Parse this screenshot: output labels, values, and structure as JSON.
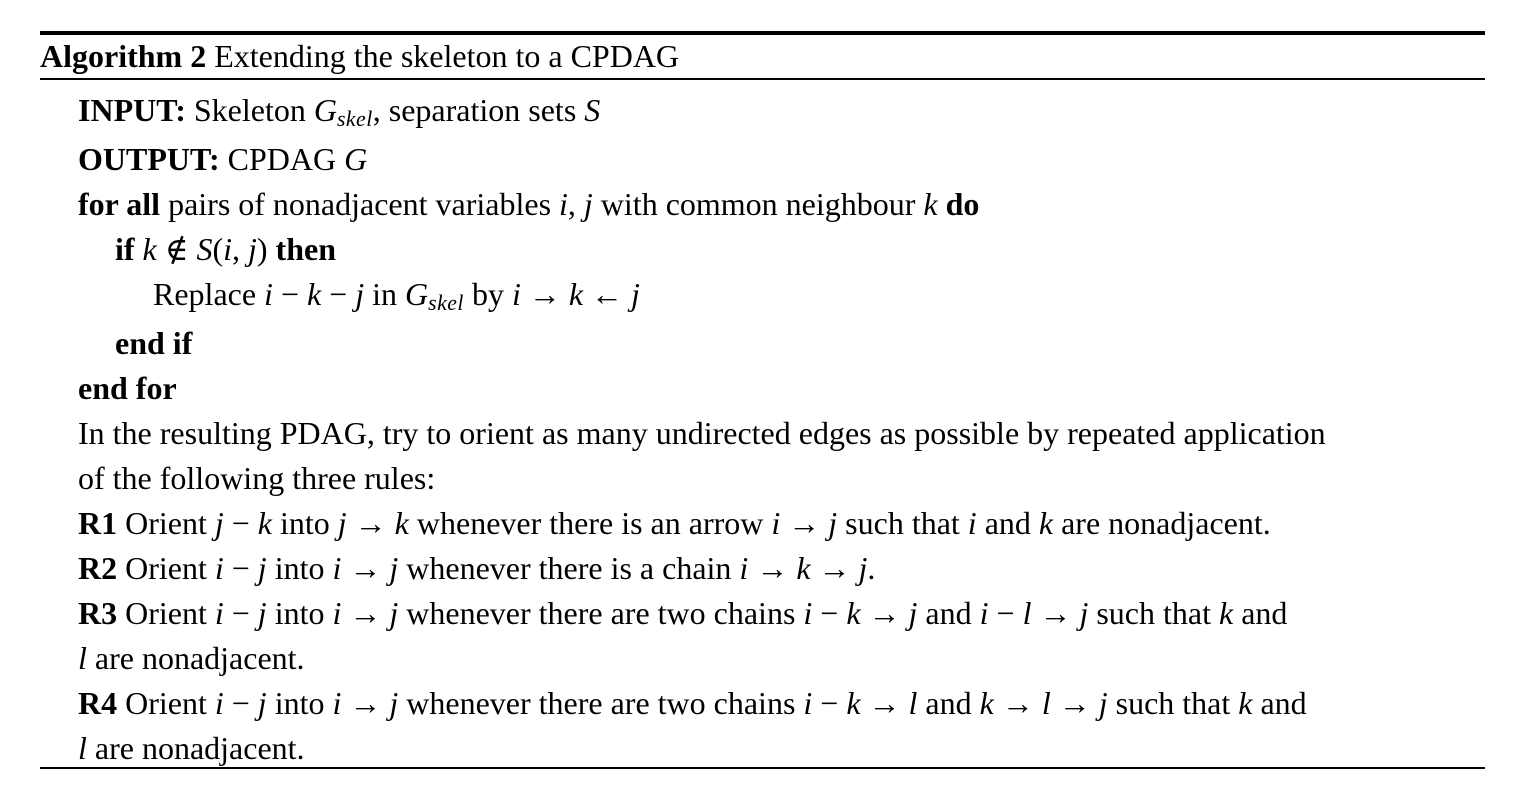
{
  "colors": {
    "text": "#000000",
    "background": "#ffffff",
    "rule": "#000000"
  },
  "algorithm": {
    "title_label": "Algorithm 2",
    "title_text": " Extending the skeleton to a CPDAG",
    "lines": [
      {
        "indent": 1,
        "segments": [
          {
            "t": "INPUT: ",
            "s": "b"
          },
          {
            "t": "Skeleton ",
            "s": "n"
          },
          {
            "t": "G",
            "s": "i"
          },
          {
            "t": "skel",
            "s": "sub"
          },
          {
            "t": ", separation sets ",
            "s": "n"
          },
          {
            "t": "S",
            "s": "i"
          }
        ]
      },
      {
        "indent": 1,
        "segments": [
          {
            "t": "OUTPUT: ",
            "s": "b"
          },
          {
            "t": "CPDAG ",
            "s": "n"
          },
          {
            "t": "G",
            "s": "i"
          }
        ]
      },
      {
        "indent": 1,
        "segments": [
          {
            "t": "for all ",
            "s": "b"
          },
          {
            "t": "pairs of nonadjacent variables ",
            "s": "n"
          },
          {
            "t": "i",
            "s": "i"
          },
          {
            "t": ", ",
            "s": "n"
          },
          {
            "t": "j",
            "s": "i"
          },
          {
            "t": " with common neighbour ",
            "s": "n"
          },
          {
            "t": "k",
            "s": "i"
          },
          {
            "t": " do",
            "s": "b"
          }
        ]
      },
      {
        "indent": 2,
        "segments": [
          {
            "t": "if ",
            "s": "b"
          },
          {
            "t": "k",
            "s": "i"
          },
          {
            "t": " ∉ ",
            "s": "n"
          },
          {
            "t": "S",
            "s": "i"
          },
          {
            "t": "(",
            "s": "n"
          },
          {
            "t": "i",
            "s": "i"
          },
          {
            "t": ", ",
            "s": "n"
          },
          {
            "t": "j",
            "s": "i"
          },
          {
            "t": ") ",
            "s": "n"
          },
          {
            "t": "then",
            "s": "b"
          }
        ]
      },
      {
        "indent": 3,
        "segments": [
          {
            "t": "Replace ",
            "s": "n"
          },
          {
            "t": "i",
            "s": "i"
          },
          {
            "t": " − ",
            "s": "n"
          },
          {
            "t": "k",
            "s": "i"
          },
          {
            "t": " − ",
            "s": "n"
          },
          {
            "t": "j",
            "s": "i"
          },
          {
            "t": " in ",
            "s": "n"
          },
          {
            "t": "G",
            "s": "i"
          },
          {
            "t": "skel",
            "s": "sub"
          },
          {
            "t": " by ",
            "s": "n"
          },
          {
            "t": "i",
            "s": "i"
          },
          {
            "t": " → ",
            "s": "n"
          },
          {
            "t": "k",
            "s": "i"
          },
          {
            "t": " ← ",
            "s": "n"
          },
          {
            "t": "j",
            "s": "i"
          }
        ]
      },
      {
        "indent": 2,
        "segments": [
          {
            "t": "end if",
            "s": "b"
          }
        ]
      },
      {
        "indent": 1,
        "segments": [
          {
            "t": "end for",
            "s": "b"
          }
        ]
      },
      {
        "indent": 1,
        "segments": [
          {
            "t": "In the resulting PDAG, try to orient as many undirected edges as possible by repeated application",
            "s": "n"
          }
        ]
      },
      {
        "indent": 1,
        "segments": [
          {
            "t": "of the following three rules:",
            "s": "n"
          }
        ]
      },
      {
        "indent": 1,
        "segments": [
          {
            "t": "R1",
            "s": "b"
          },
          {
            "t": " Orient ",
            "s": "n"
          },
          {
            "t": "j",
            "s": "i"
          },
          {
            "t": " − ",
            "s": "n"
          },
          {
            "t": "k",
            "s": "i"
          },
          {
            "t": " into ",
            "s": "n"
          },
          {
            "t": "j",
            "s": "i"
          },
          {
            "t": " → ",
            "s": "n"
          },
          {
            "t": "k",
            "s": "i"
          },
          {
            "t": " whenever there is an arrow ",
            "s": "n"
          },
          {
            "t": "i",
            "s": "i"
          },
          {
            "t": " → ",
            "s": "n"
          },
          {
            "t": "j",
            "s": "i"
          },
          {
            "t": " such that ",
            "s": "n"
          },
          {
            "t": "i",
            "s": "i"
          },
          {
            "t": " and ",
            "s": "n"
          },
          {
            "t": "k",
            "s": "i"
          },
          {
            "t": " are nonadjacent.",
            "s": "n"
          }
        ]
      },
      {
        "indent": 1,
        "segments": [
          {
            "t": "R2",
            "s": "b"
          },
          {
            "t": " Orient ",
            "s": "n"
          },
          {
            "t": "i",
            "s": "i"
          },
          {
            "t": " − ",
            "s": "n"
          },
          {
            "t": "j",
            "s": "i"
          },
          {
            "t": " into ",
            "s": "n"
          },
          {
            "t": "i",
            "s": "i"
          },
          {
            "t": " → ",
            "s": "n"
          },
          {
            "t": "j",
            "s": "i"
          },
          {
            "t": " whenever there is a chain ",
            "s": "n"
          },
          {
            "t": "i",
            "s": "i"
          },
          {
            "t": " → ",
            "s": "n"
          },
          {
            "t": "k",
            "s": "i"
          },
          {
            "t": " → ",
            "s": "n"
          },
          {
            "t": "j",
            "s": "i"
          },
          {
            "t": ".",
            "s": "n"
          }
        ]
      },
      {
        "indent": 1,
        "segments": [
          {
            "t": "R3",
            "s": "b"
          },
          {
            "t": " Orient ",
            "s": "n"
          },
          {
            "t": "i",
            "s": "i"
          },
          {
            "t": " − ",
            "s": "n"
          },
          {
            "t": "j",
            "s": "i"
          },
          {
            "t": " into ",
            "s": "n"
          },
          {
            "t": "i",
            "s": "i"
          },
          {
            "t": " → ",
            "s": "n"
          },
          {
            "t": "j",
            "s": "i"
          },
          {
            "t": " whenever there are two chains ",
            "s": "n"
          },
          {
            "t": "i",
            "s": "i"
          },
          {
            "t": " − ",
            "s": "n"
          },
          {
            "t": "k",
            "s": "i"
          },
          {
            "t": " → ",
            "s": "n"
          },
          {
            "t": "j",
            "s": "i"
          },
          {
            "t": " and ",
            "s": "n"
          },
          {
            "t": "i",
            "s": "i"
          },
          {
            "t": " − ",
            "s": "n"
          },
          {
            "t": "l",
            "s": "i"
          },
          {
            "t": " → ",
            "s": "n"
          },
          {
            "t": "j",
            "s": "i"
          },
          {
            "t": " such that ",
            "s": "n"
          },
          {
            "t": "k",
            "s": "i"
          },
          {
            "t": " and",
            "s": "n"
          }
        ]
      },
      {
        "indent": 1,
        "segments": [
          {
            "t": "l",
            "s": "i"
          },
          {
            "t": " are nonadjacent.",
            "s": "n"
          }
        ]
      },
      {
        "indent": 1,
        "segments": [
          {
            "t": "R4",
            "s": "b"
          },
          {
            "t": " Orient ",
            "s": "n"
          },
          {
            "t": "i",
            "s": "i"
          },
          {
            "t": " − ",
            "s": "n"
          },
          {
            "t": "j",
            "s": "i"
          },
          {
            "t": " into ",
            "s": "n"
          },
          {
            "t": "i",
            "s": "i"
          },
          {
            "t": " → ",
            "s": "n"
          },
          {
            "t": "j",
            "s": "i"
          },
          {
            "t": " whenever there are two chains ",
            "s": "n"
          },
          {
            "t": "i",
            "s": "i"
          },
          {
            "t": " − ",
            "s": "n"
          },
          {
            "t": "k",
            "s": "i"
          },
          {
            "t": " → ",
            "s": "n"
          },
          {
            "t": "l",
            "s": "i"
          },
          {
            "t": " and ",
            "s": "n"
          },
          {
            "t": "k",
            "s": "i"
          },
          {
            "t": " → ",
            "s": "n"
          },
          {
            "t": "l",
            "s": "i"
          },
          {
            "t": " → ",
            "s": "n"
          },
          {
            "t": "j",
            "s": "i"
          },
          {
            "t": " such that ",
            "s": "n"
          },
          {
            "t": "k",
            "s": "i"
          },
          {
            "t": " and",
            "s": "n"
          }
        ]
      },
      {
        "indent": 1,
        "segments": [
          {
            "t": "l",
            "s": "i"
          },
          {
            "t": " are nonadjacent.",
            "s": "n"
          }
        ]
      }
    ]
  }
}
